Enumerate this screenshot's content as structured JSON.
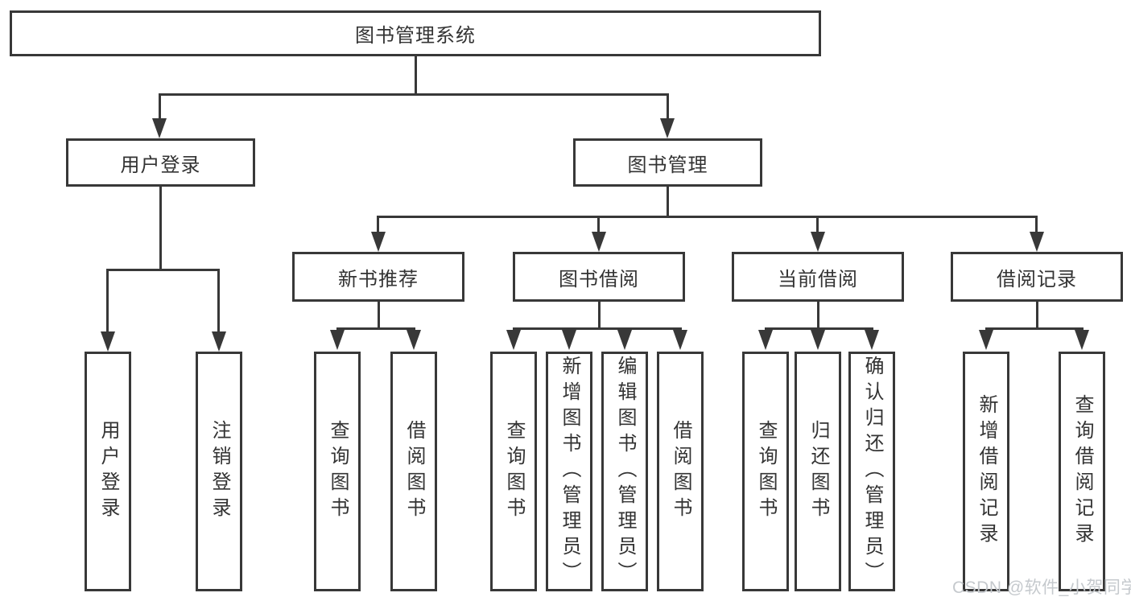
{
  "tree": {
    "root": {
      "label": "图书管理系统",
      "children": [
        {
          "label": "用户登录",
          "children": [
            {
              "label": "用户登录"
            },
            {
              "label": "注销登录"
            }
          ]
        },
        {
          "label": "图书管理",
          "children": [
            {
              "label": "新书推荐",
              "children": [
                {
                  "label": "查询图书"
                },
                {
                  "label": "借阅图书"
                }
              ]
            },
            {
              "label": "图书借阅",
              "children": [
                {
                  "label": "查询图书"
                },
                {
                  "label": "新增图书（管理员）"
                },
                {
                  "label": "编辑图书（管理员）"
                },
                {
                  "label": "借阅图书"
                }
              ]
            },
            {
              "label": "当前借阅",
              "children": [
                {
                  "label": "查询图书"
                },
                {
                  "label": "归还图书"
                },
                {
                  "label": "确认归还（管理员）"
                }
              ]
            },
            {
              "label": "借阅记录",
              "children": [
                {
                  "label": "新增借阅记录"
                },
                {
                  "label": "查询借阅记录"
                }
              ]
            }
          ]
        }
      ]
    }
  },
  "watermark": {
    "text": "CSDN @软件_小贺同学"
  },
  "colors": {
    "line": "#383838",
    "text": "#333333",
    "watermark": "#c5c9cd",
    "background": "#ffffff"
  }
}
